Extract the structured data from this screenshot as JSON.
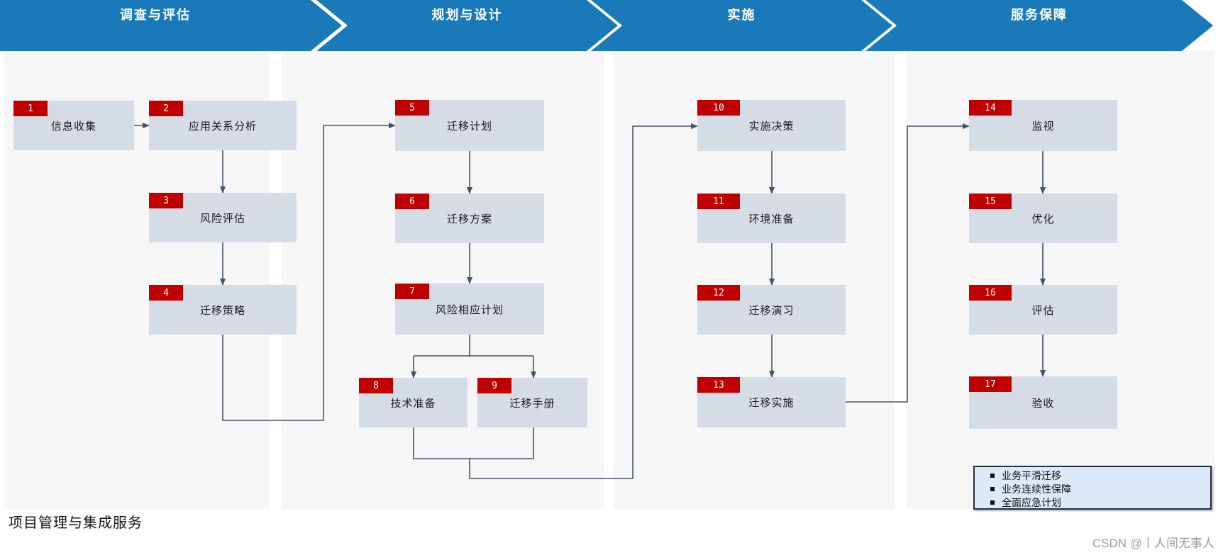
{
  "title": "项目管理与集成服务",
  "watermark": "CSDN @丨人间无事人",
  "colors": {
    "header_blue": "#1979b9",
    "box_fill": "#d6dce6",
    "badge_red": "#c00000",
    "connector": "#44546a",
    "note_bg": "#dce9f8",
    "note_border": "#22303f",
    "column_bg": "#f6f6f7"
  },
  "phases": [
    {
      "label": "调查与评估"
    },
    {
      "label": "规划与设计"
    },
    {
      "label": "实施"
    },
    {
      "label": "服务保障"
    }
  ],
  "steps": [
    {
      "num": "1",
      "label": "信息收集"
    },
    {
      "num": "2",
      "label": "应用关系分析"
    },
    {
      "num": "3",
      "label": "风险评估"
    },
    {
      "num": "4",
      "label": "迁移策略"
    },
    {
      "num": "5",
      "label": "迁移计划"
    },
    {
      "num": "6",
      "label": "迁移方案"
    },
    {
      "num": "7",
      "label": "风险相应计划"
    },
    {
      "num": "8",
      "label": "技术准备"
    },
    {
      "num": "9",
      "label": "迁移手册"
    },
    {
      "num": "10",
      "label": "实施决策"
    },
    {
      "num": "11",
      "label": "环境准备"
    },
    {
      "num": "12",
      "label": "迁移演习"
    },
    {
      "num": "13",
      "label": "迁移实施"
    },
    {
      "num": "14",
      "label": "监视"
    },
    {
      "num": "15",
      "label": "优化"
    },
    {
      "num": "16",
      "label": "评估"
    },
    {
      "num": "17",
      "label": "验收"
    }
  ],
  "notes": {
    "items": [
      "业务平滑迁移",
      "业务连续性保障",
      "全面应急计划"
    ]
  }
}
